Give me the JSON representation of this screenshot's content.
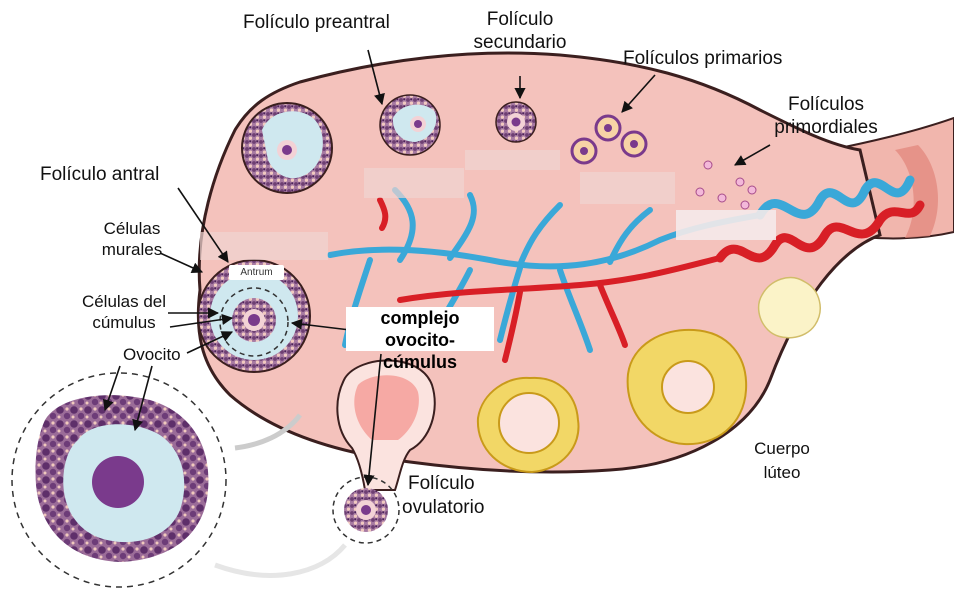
{
  "labels": {
    "preantral": "Folículo preantral",
    "secundario_l1": "Folículo",
    "secundario_l2": "secundario",
    "primarios": "Folículos primarios",
    "primordiales_l1": "Folículos",
    "primordiales_l2": "primordiales",
    "antral": "Folículo antral",
    "murales_l1": "Células",
    "murales_l2": "murales",
    "cumulus_l1": "Células del",
    "cumulus_l2": "cúmulus",
    "ovocito": "Ovocito",
    "complejo_l1": "complejo ovocito-",
    "complejo_l2": "cúmulus",
    "ovulatorio_l1": "Folículo",
    "ovulatorio_l2": "ovulatorio",
    "luteo_l1": "Cuerpo",
    "luteo_l2": "lúteo",
    "antrum": "Antrum"
  },
  "colors": {
    "ovary": "#f4c2bc",
    "ovary_edge": "#3b1f1f",
    "vein": "#3aa8d8",
    "artery": "#d81f26",
    "granulosa": "#8a5a86",
    "antrum_fill": "#cfe8ef",
    "oocyte": "#7a3a8c",
    "corpus": "#f2d766"
  }
}
